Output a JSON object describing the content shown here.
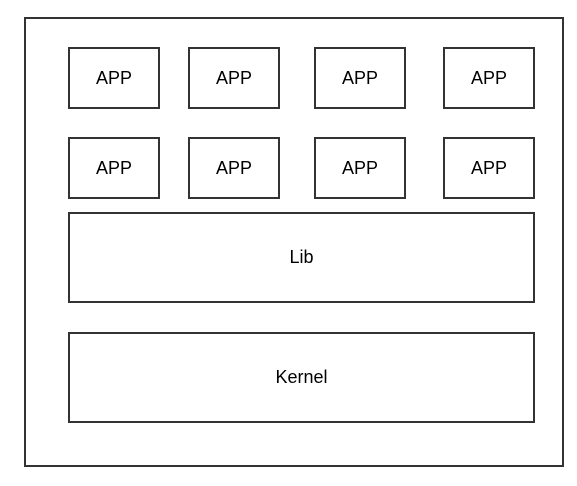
{
  "diagram": {
    "apps_row1": [
      {
        "label": "APP"
      },
      {
        "label": "APP"
      },
      {
        "label": "APP"
      },
      {
        "label": "APP"
      }
    ],
    "apps_row2": [
      {
        "label": "APP"
      },
      {
        "label": "APP"
      },
      {
        "label": "APP"
      },
      {
        "label": "APP"
      }
    ],
    "lib": {
      "label": "Lib"
    },
    "kernel": {
      "label": "Kernel"
    }
  },
  "colors": {
    "border": "#333333",
    "background": "#ffffff",
    "text": "#000000"
  }
}
